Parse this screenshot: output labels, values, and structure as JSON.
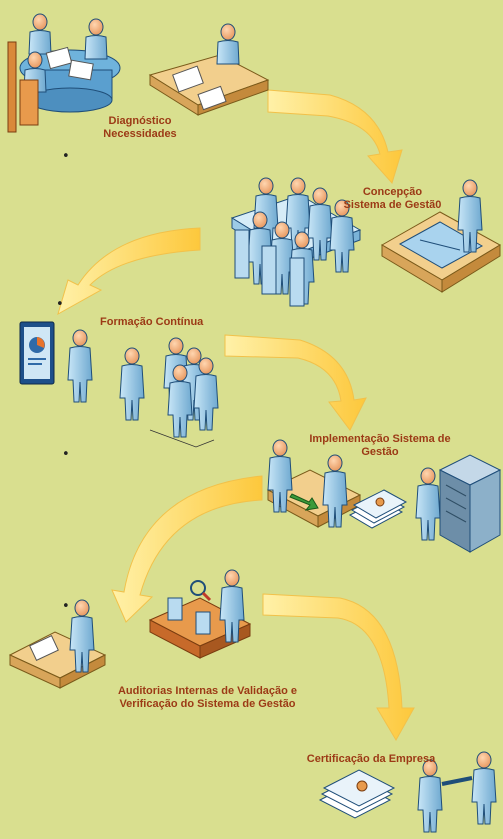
{
  "steps": [
    {
      "line1": "Diagnóstico",
      "line2": "Necessidades"
    },
    {
      "line1": "Concepção",
      "line2": "Sistema de Gestã0"
    },
    {
      "line1": "Formação Contínua"
    },
    {
      "line1": "Implementação Sistema de",
      "line2": "Gestão"
    },
    {
      "line1": "Auditorias Internas de Validação e",
      "line2": "Verificação do Sistema de Gestão"
    },
    {
      "line1": "Certificação da Empresa"
    }
  ],
  "bullet_glyph": "•",
  "colors": {
    "background": "#d9df8f",
    "label": "#9c3a16",
    "arrow": "#fdd35a",
    "figure": "#9dcbe6",
    "figure_stroke": "#1f4e79",
    "head": "#f6b07a",
    "desk": "#f2cf8d"
  }
}
